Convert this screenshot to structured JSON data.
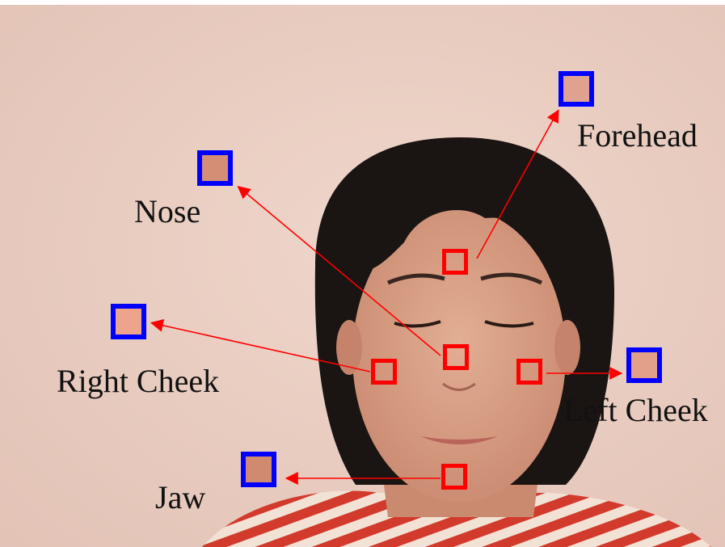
{
  "colors": {
    "roi_source_box": "#ff0000",
    "roi_patch_box": "#0000ff",
    "arrow": "#ff0000",
    "background": "#e9cfc4",
    "hair": "#1a1413",
    "skin": "#d8a187",
    "shirt_stripe_red": "#d23a2c",
    "shirt_stripe_white": "#f2e2d5"
  },
  "labels": {
    "forehead": "Forehead",
    "nose": "Nose",
    "right_cheek": "Right Cheek",
    "left_cheek": "Left Cheek",
    "jaw": "Jaw"
  }
}
